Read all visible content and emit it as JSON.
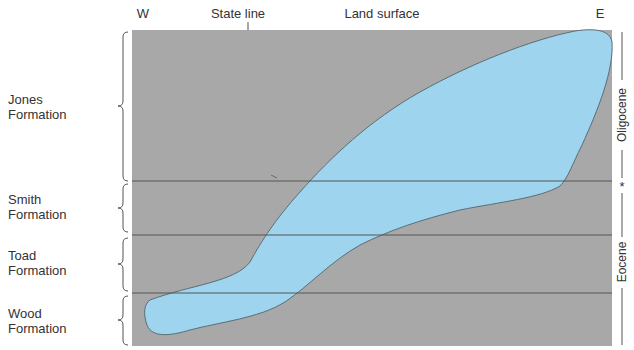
{
  "diagram": {
    "labels": [
      "W",
      "State line",
      "Land surface",
      "E",
      "Jones Formation",
      "Smith Formation",
      "Toad Formation",
      "Wood Formation",
      "Oligocene",
      "*",
      "Eocene"
    ]
  }
}
